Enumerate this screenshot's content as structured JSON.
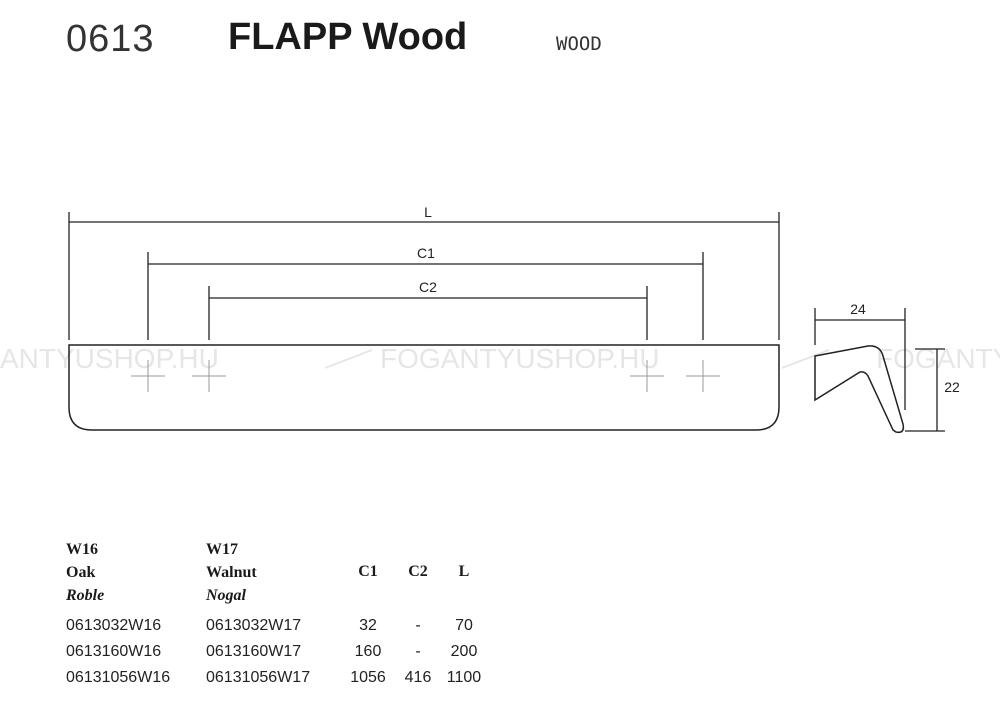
{
  "header": {
    "code": "0613",
    "product": "FLAPP Wood",
    "material": "WOOD"
  },
  "watermark": {
    "text": "FOGANTYUSHOP.HU",
    "left_text": "ANTYUSHOP.HU",
    "right_text": "FOGANTYU"
  },
  "dimensions": {
    "L": "L",
    "C1": "C1",
    "C2": "C2",
    "width": "24",
    "height": "22"
  },
  "table": {
    "col_w16": {
      "code": "W16",
      "name": "Oak",
      "name_es": "Roble"
    },
    "col_w17": {
      "code": "W17",
      "name": "Walnut",
      "name_es": "Nogal"
    },
    "col_c1": "C1",
    "col_c2": "C2",
    "col_l": "L",
    "rows": [
      {
        "w16": "0613032W16",
        "w17": "0613032W17",
        "c1": "32",
        "c2": "-",
        "l": "70"
      },
      {
        "w16": "0613160W16",
        "w17": "0613160W17",
        "c1": "160",
        "c2": "-",
        "l": "200"
      },
      {
        "w16": "06131056W16",
        "w17": "06131056W17",
        "c1": "1056",
        "c2": "416",
        "l": "1100"
      }
    ]
  }
}
